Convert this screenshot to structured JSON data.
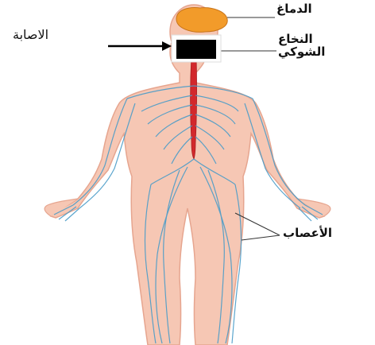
{
  "labels": {
    "brain": "الدماغ",
    "spinal_cord_line1": "النخاع",
    "spinal_cord_line2": "الشوكي",
    "nerves": "الأعصاب",
    "injury": "الاصابة"
  },
  "colors": {
    "skin": "#f6c7b4",
    "skin_outline": "#e6a58f",
    "brain": "#f29b2a",
    "spinal_cord": "#d2282c",
    "nerves": "#4a9cc8",
    "injury_box": "#000000",
    "injury_box_border": "#ffffff"
  },
  "icons": {
    "arrow": "arrow-right-icon"
  }
}
